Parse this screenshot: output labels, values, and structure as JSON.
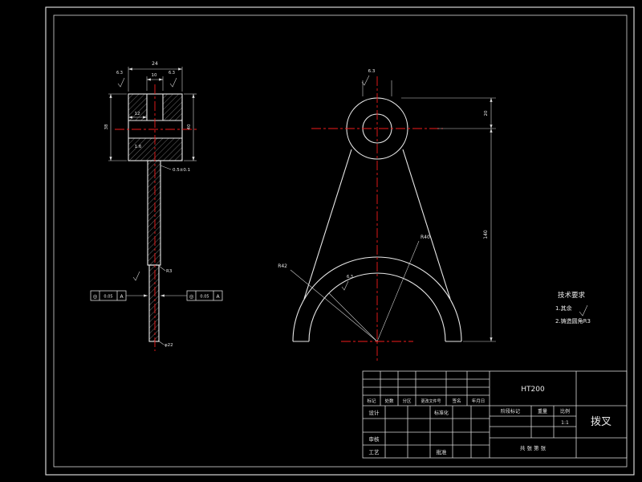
{
  "app": {
    "background": "#000000",
    "line_color": "#e8e8e8",
    "centerline_color": "#f21b1b"
  },
  "left_view": {
    "dim_width_top": "24",
    "dim_hole": "10",
    "rough_top_left": "6.3",
    "rough_top_right": "6.3",
    "dim_slot": "12",
    "dim_chamfer": "1.6",
    "dim_height_left": "38",
    "dim_height_right": "40",
    "dim_step": "0.5±0.1",
    "dim_fillet": "R3",
    "dim_shaft_bottom": "φ22",
    "tol_left": {
      "symbol": "◎",
      "value": "0.05",
      "datum": "A"
    },
    "tol_right": {
      "symbol": "◎",
      "value": "0.05",
      "datum": "A"
    }
  },
  "front_view": {
    "rough_top": "6.3",
    "rough_arc": "6.3",
    "dim_r_inner": "R40",
    "dim_r_outer": "R42",
    "dim_height": "140",
    "dim_top": "20"
  },
  "tech_requirements": {
    "title": "技术要求",
    "item1": "1.其余",
    "item2": "2.铸造圆角R3"
  },
  "title_block": {
    "material": "HT200",
    "part_name": "拨叉",
    "rev_headers": {
      "h1": "标记",
      "h2": "处数",
      "h3": "分区",
      "h4": "更改文件号",
      "h5": "签名",
      "h6": "年月日"
    },
    "roles": {
      "design": "设计",
      "standardize": "标准化",
      "check": "审核",
      "process": "工艺",
      "approve": "批准"
    },
    "info_headers": {
      "stage": "阶段标记",
      "weight": "重量",
      "scale": "比例"
    },
    "scale_value": "1:1",
    "sheet_info": "共 张 第 张"
  }
}
